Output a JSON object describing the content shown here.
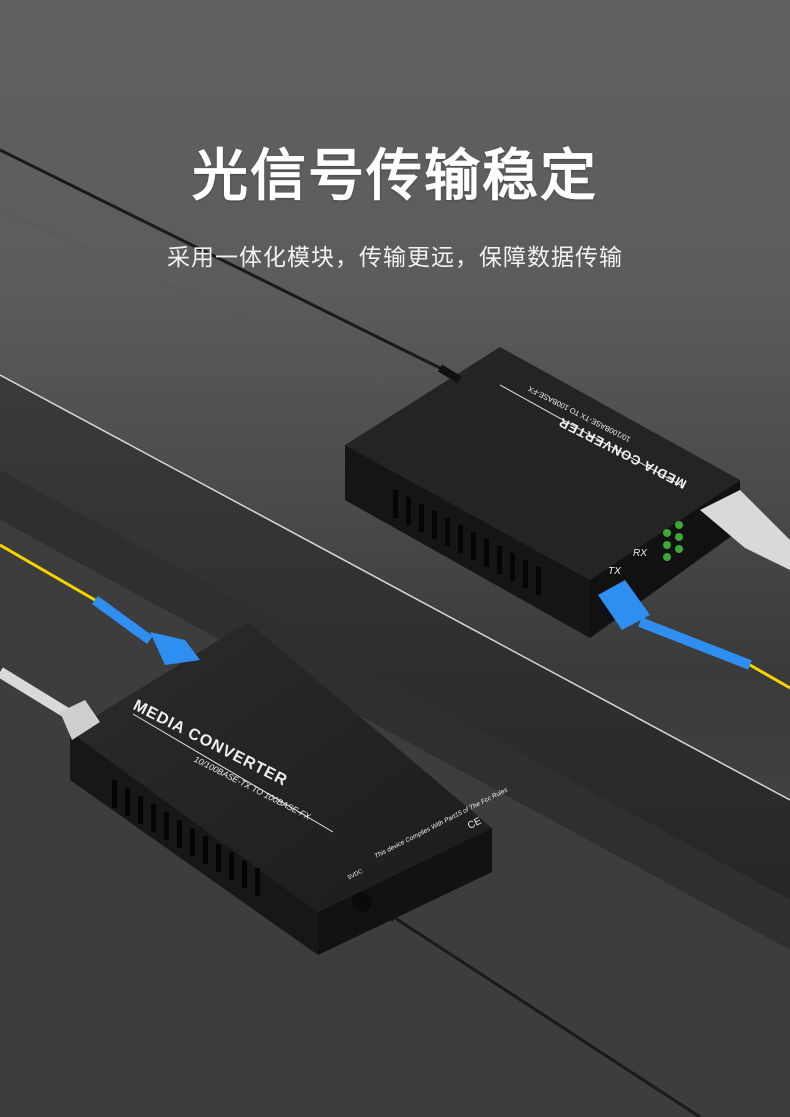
{
  "banner": {
    "headline": "光信号传输稳定",
    "subheadline": "采用一体化模块，传输更远，保障数据传输"
  },
  "product_front": {
    "brand_label": "MEDIA CONVERTER",
    "spec_label": "10/100BASE-TX TO 100BASE-FX",
    "compliance_text": "This device Complies With Part15 of The Fcc Rules",
    "power_label": "5VDC",
    "cert_mark": "CE"
  },
  "product_back": {
    "brand_label": "MEDIA CONVERTER",
    "spec_label": "10/100BASE-TX TO 100BASE-FX",
    "port_tx_label": "TX",
    "port_rx_label": "RX"
  },
  "colors": {
    "background": "#5e5e5e",
    "device_body": "#1f1f1f",
    "fiber_connector": "#2f8ff0",
    "fiber_cable": "#f5d400",
    "ethernet_cable": "#d9d9d9",
    "led_green": "#3fa83a",
    "text": "#ffffff"
  }
}
